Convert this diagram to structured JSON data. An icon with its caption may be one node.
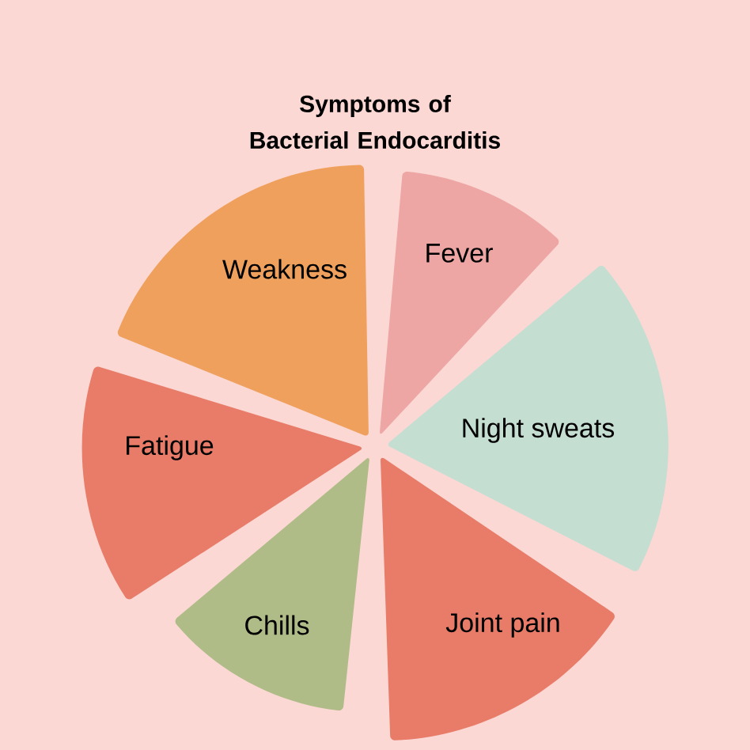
{
  "diagram": {
    "title": "Symptoms of Bacterial Endocarditis",
    "nodes": [
      {
        "text": [
          "Weakness"
        ]
      },
      {
        "text": [
          "Fever"
        ]
      },
      {
        "text": [
          "Fatigue"
        ]
      },
      {
        "text": [
          "Night sweats"
        ]
      },
      {
        "text": [
          "Chills"
        ]
      },
      {
        "text": [
          "Joint pain"
        ]
      }
    ]
  }
}
